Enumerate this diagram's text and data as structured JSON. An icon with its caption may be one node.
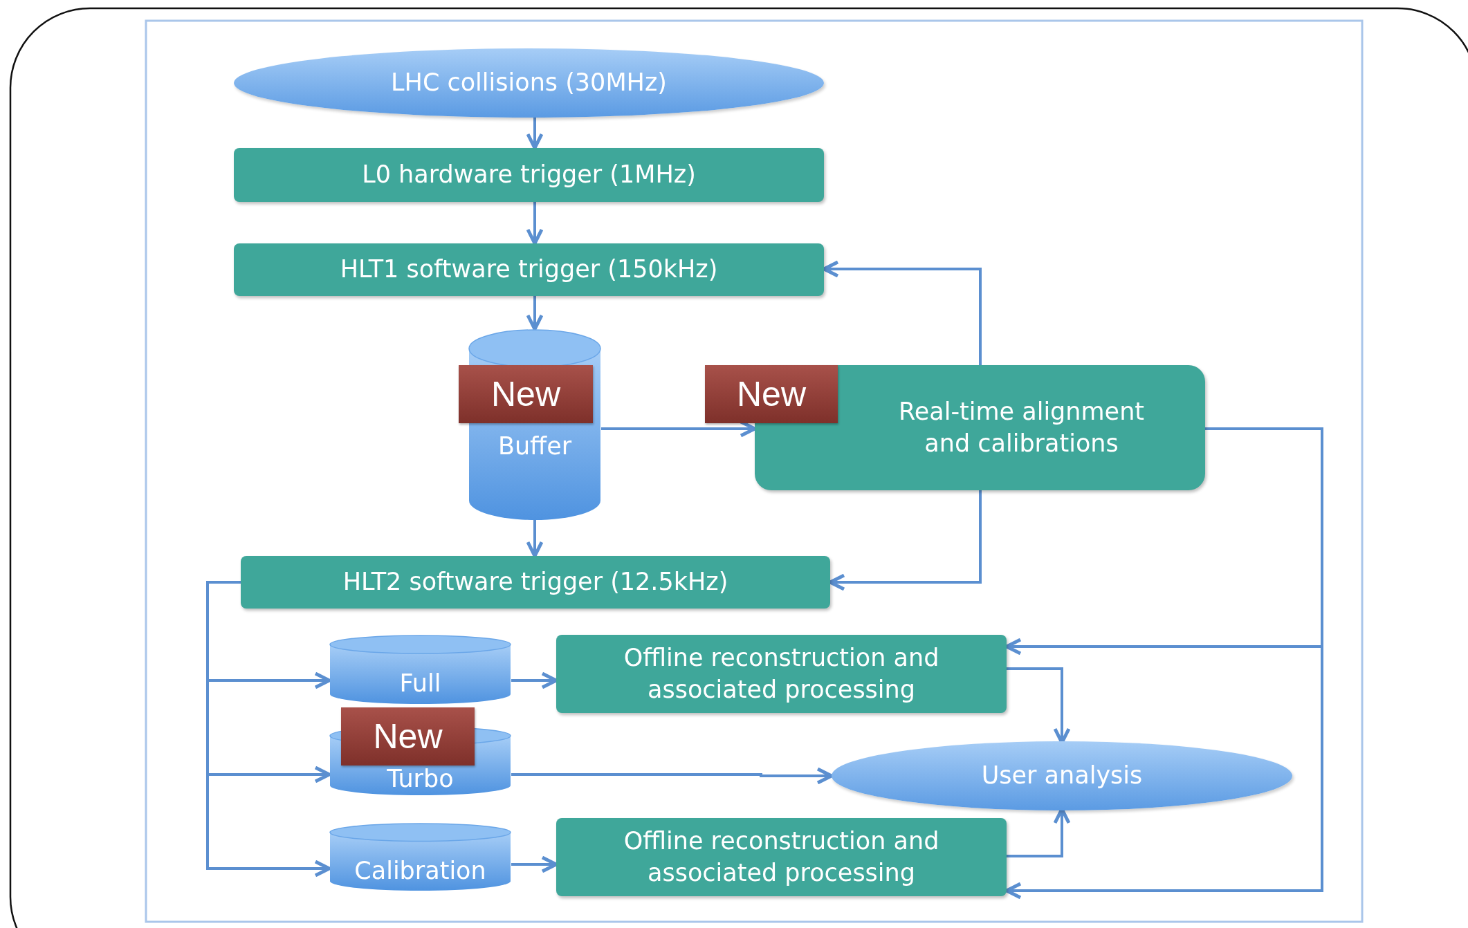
{
  "diagram": {
    "nodes": [
      {
        "text": [
          "LHC collisions (30MHz)"
        ]
      },
      {
        "text": [
          "L0 hardware trigger (1MHz)"
        ]
      },
      {
        "text": [
          "HLT1 software trigger (150kHz)"
        ]
      },
      {
        "text": [
          "Buffer"
        ]
      },
      {
        "text": [
          "New"
        ]
      },
      {
        "text": [
          "New"
        ]
      },
      {
        "text": [
          "Real-time alignment and calibrations"
        ]
      },
      {
        "text": [
          "HLT2 software trigger (12.5kHz)"
        ]
      },
      {
        "text": [
          "Full"
        ]
      },
      {
        "text": [
          "Offline reconstruction and associated processing"
        ]
      },
      {
        "text": [
          "New"
        ]
      },
      {
        "text": [
          "Turbo"
        ]
      },
      {
        "text": [
          "User analysis"
        ]
      },
      {
        "text": [
          "Calibration"
        ]
      },
      {
        "text": [
          "Offline reconstruction and associated processing"
        ]
      }
    ],
    "edges": [
      {
        "from": 0,
        "to": 1,
        "arrow": "to"
      },
      {
        "from": 1,
        "to": 2,
        "arrow": "to"
      },
      {
        "from": 2,
        "to": 3,
        "arrow": "to"
      },
      {
        "from": 3,
        "to": 6,
        "arrow": "to"
      },
      {
        "from": 3,
        "to": 7,
        "arrow": "to"
      },
      {
        "from": 6,
        "to": 2,
        "arrow": "to"
      },
      {
        "from": 6,
        "to": 7,
        "arrow": "to"
      },
      {
        "from": 6,
        "to": 9,
        "arrow": "to"
      },
      {
        "from": 6,
        "to": 14,
        "arrow": "to"
      },
      {
        "from": 7,
        "to": 8,
        "arrow": "to"
      },
      {
        "from": 7,
        "to": 11,
        "arrow": "to"
      },
      {
        "from": 7,
        "to": 13,
        "arrow": "to"
      },
      {
        "from": 8,
        "to": 9,
        "arrow": "to"
      },
      {
        "from": 11,
        "to": 12,
        "arrow": "to"
      },
      {
        "from": 13,
        "to": 14,
        "arrow": "to"
      },
      {
        "from": 9,
        "to": 12,
        "arrow": "to"
      },
      {
        "from": 14,
        "to": 12,
        "arrow": "to"
      }
    ]
  }
}
